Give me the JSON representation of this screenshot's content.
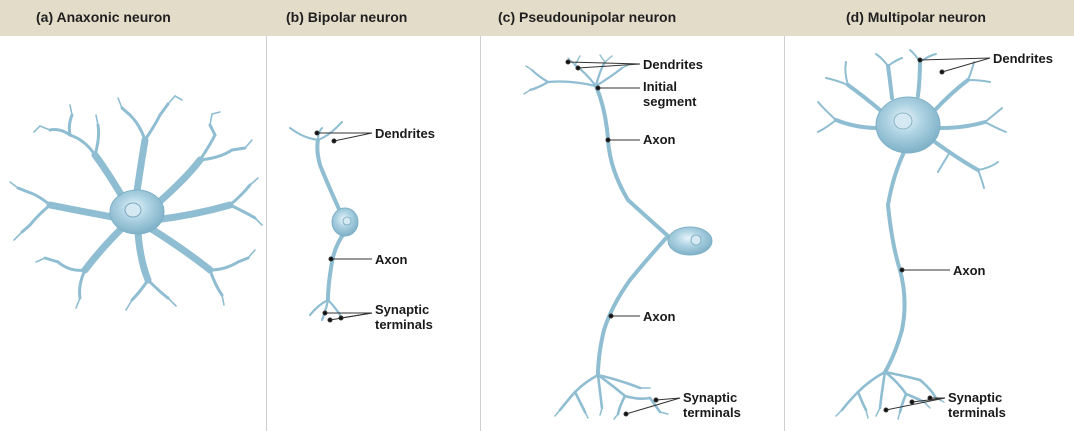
{
  "panels": [
    {
      "title": "(a) Anaxonic neuron"
    },
    {
      "title": "(b) Bipolar neuron"
    },
    {
      "title": "(c) Pseudounipolar neuron"
    },
    {
      "title": "(d) Multipolar neuron"
    }
  ],
  "labels": {
    "b_dendrites": "Dendrites",
    "b_axon": "Axon",
    "b_synaptic_1": "Synaptic",
    "b_synaptic_2": "terminals",
    "c_dendrites": "Dendrites",
    "c_initial_1": "Initial",
    "c_initial_2": "segment",
    "c_axon_top": "Axon",
    "c_axon_bottom": "Axon",
    "c_synaptic_1": "Synaptic",
    "c_synaptic_2": "terminals",
    "d_dendrites": "Dendrites",
    "d_axon": "Axon",
    "d_synaptic_1": "Synaptic",
    "d_synaptic_2": "terminals"
  },
  "colors": {
    "neuron_fill": "#a9cfe0",
    "neuron_stroke": "#6f9fb5",
    "header_bg": "#e3dcc9"
  }
}
